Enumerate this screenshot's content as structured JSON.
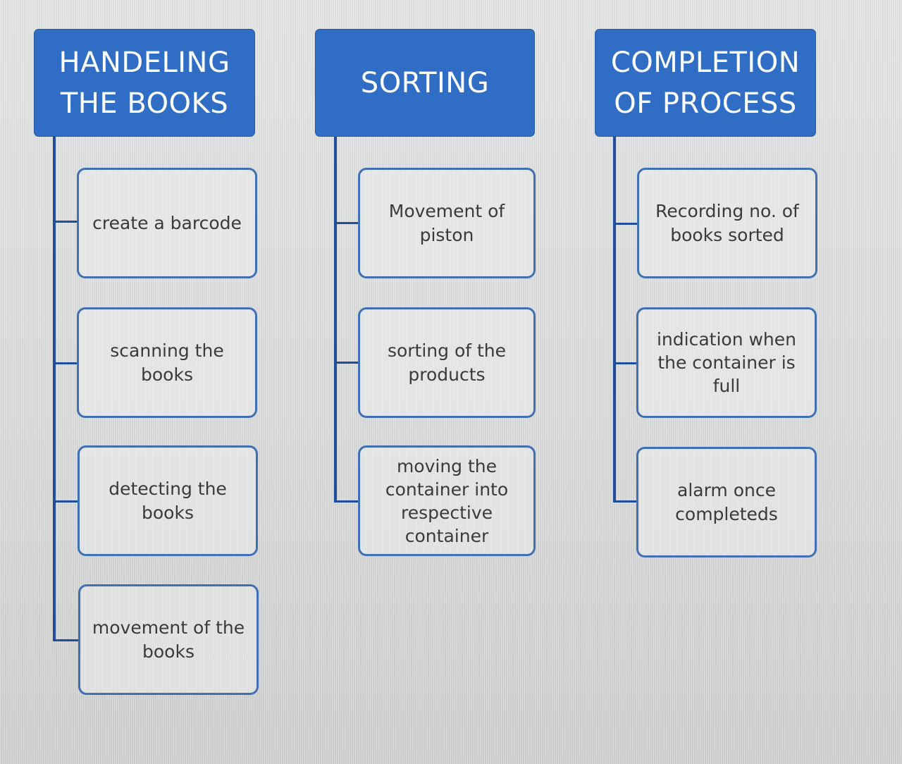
{
  "columns": [
    {
      "title": "HANDELING\nTHE BOOKS",
      "items": [
        "create a barcode",
        "scanning the books",
        "detecting the books",
        "movement of the books"
      ]
    },
    {
      "title": "SORTING",
      "items": [
        "Movement of piston",
        "sorting of the products",
        "moving the container into respective container"
      ]
    },
    {
      "title": "COMPLETION\nOF PROCESS",
      "items": [
        "Recording no. of books sorted",
        "indication when the container is full",
        "alarm once completeds"
      ]
    }
  ],
  "colors": {
    "header_fill": "#2f6ec4",
    "connector": "#1f4e9a",
    "box_border": "#3f6fb5"
  }
}
